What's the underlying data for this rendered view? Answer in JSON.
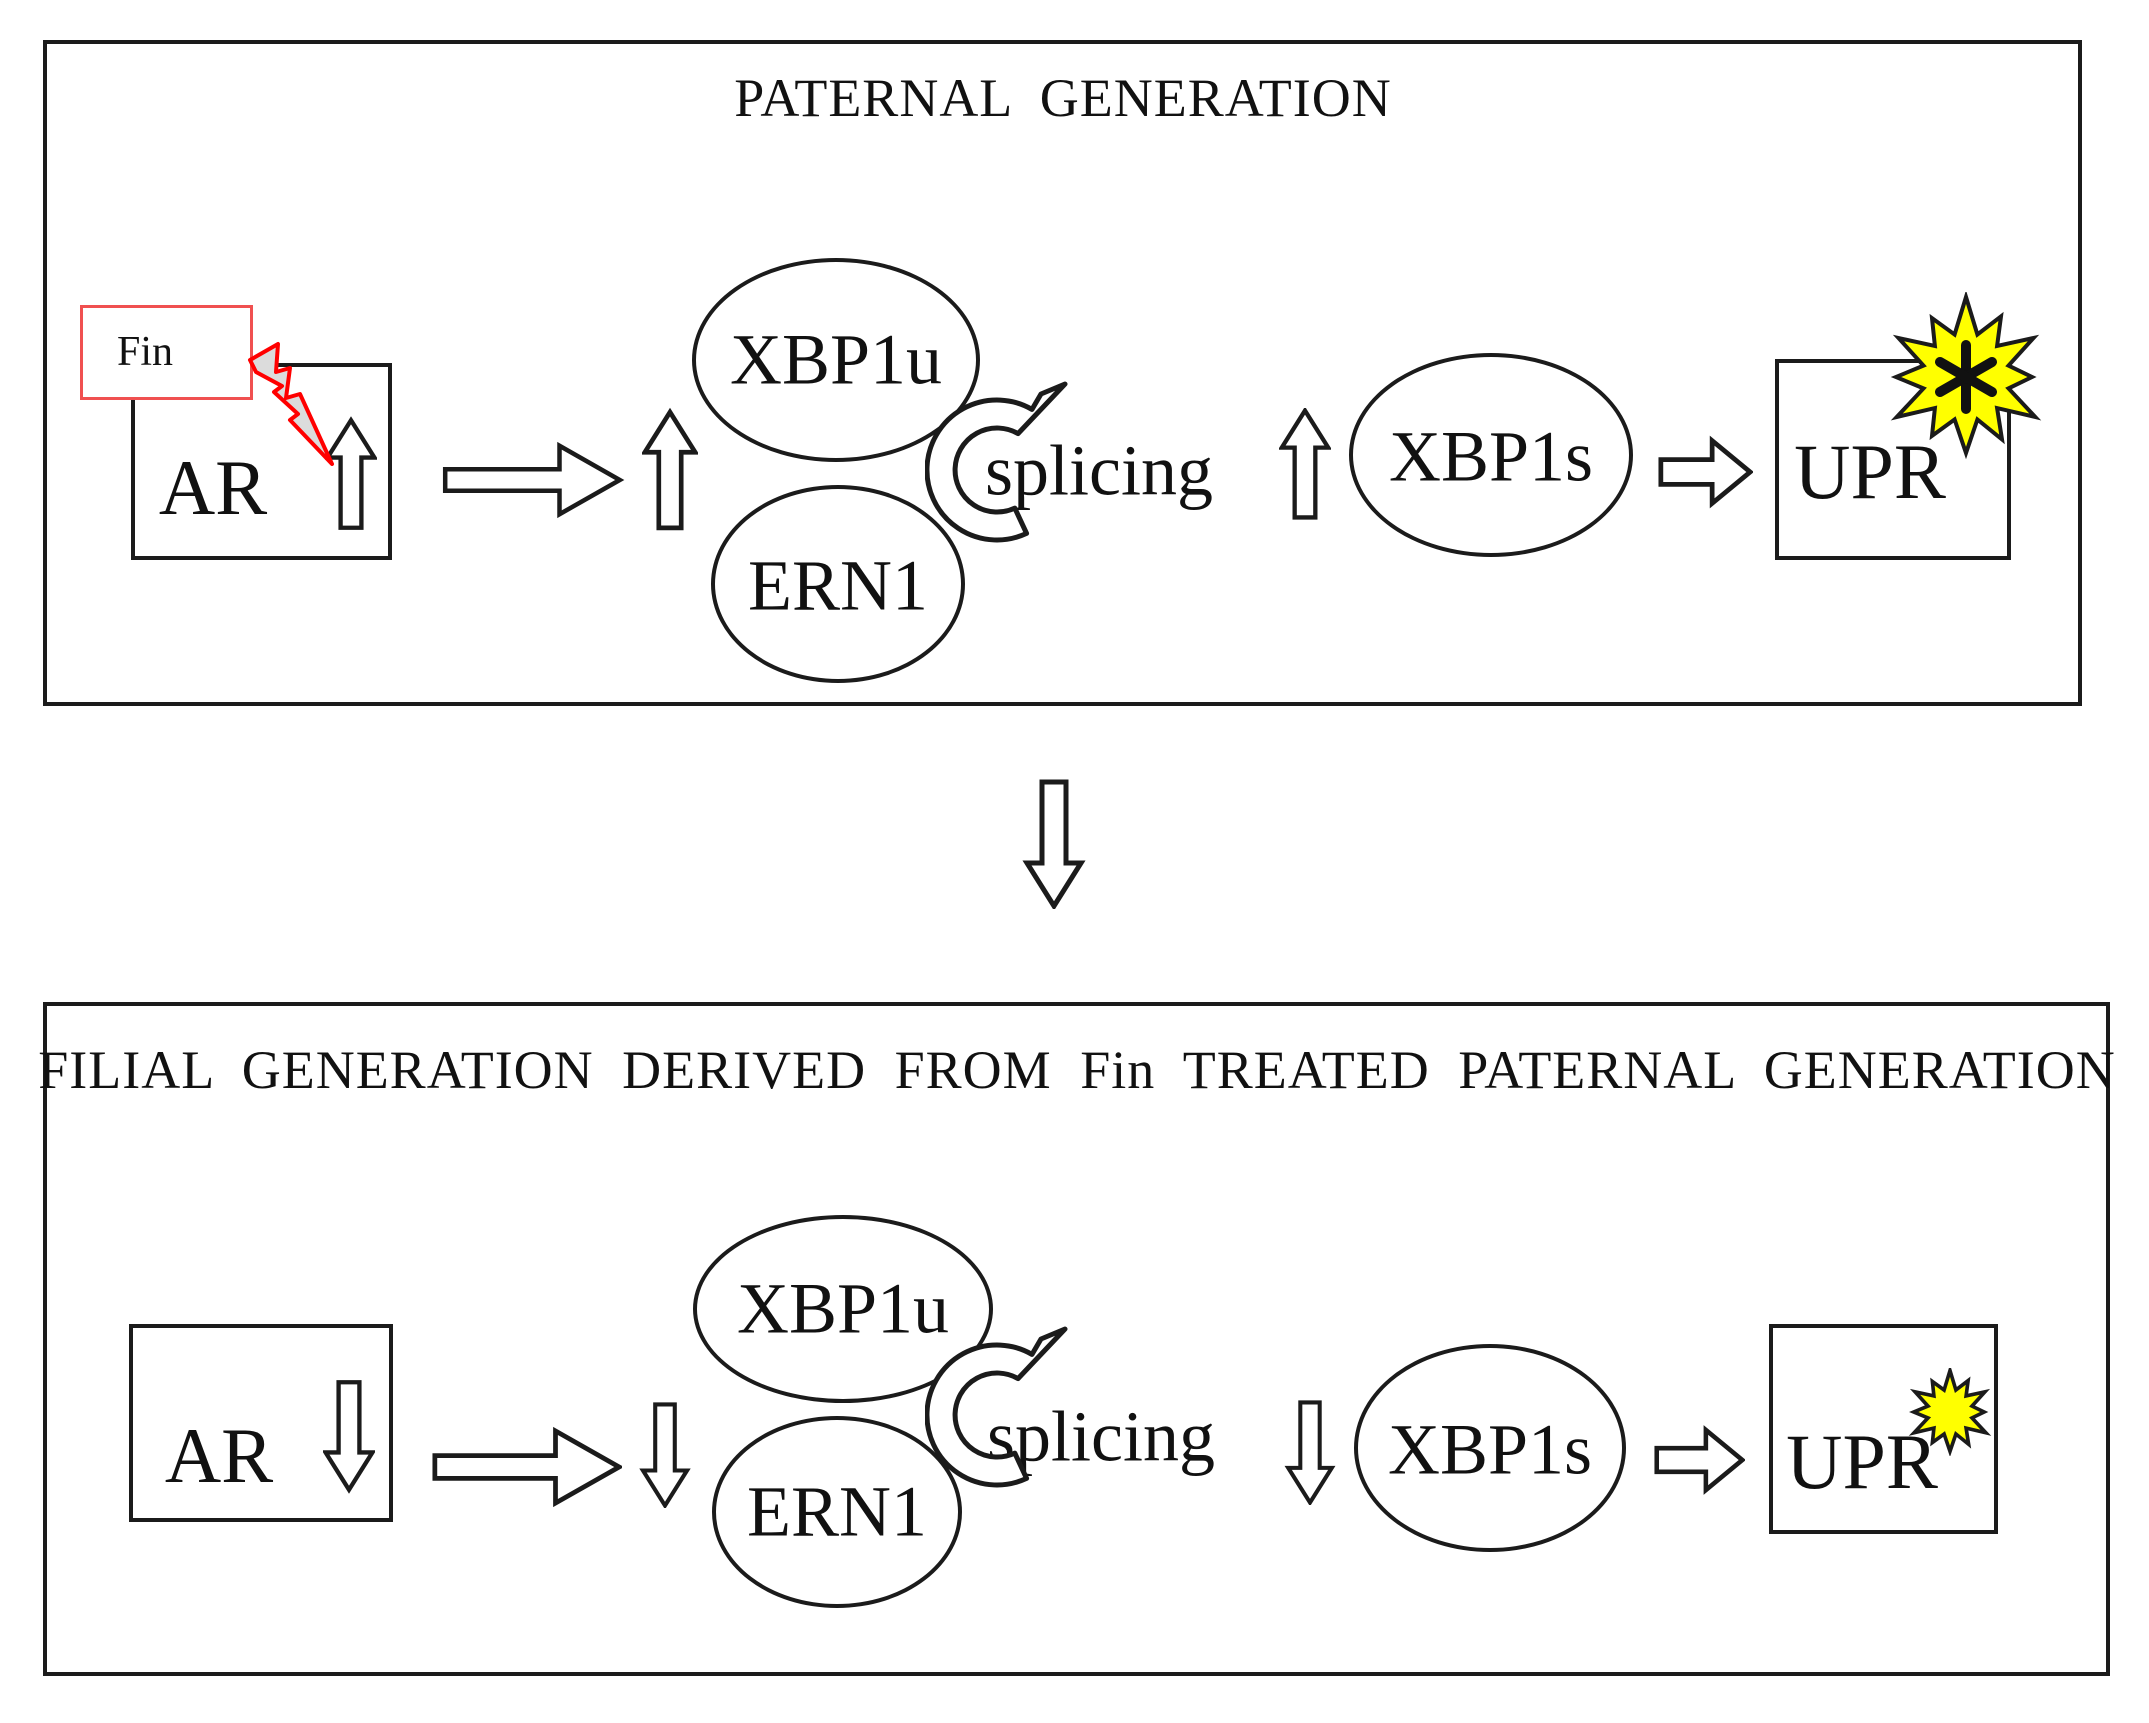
{
  "paternal": {
    "title": "PATERNAL GENERATION",
    "fin": "Fin",
    "ar": "AR",
    "xbp1u": "XBP1u",
    "ern1": "ERN1",
    "splicing": "splicing",
    "xbp1s": "XBP1s",
    "upr": "UPR",
    "trends": {
      "ar": "up",
      "ern1_xbp1u": "up",
      "xbp1s": "up"
    }
  },
  "filial": {
    "title": "FILIAL GENERATION DERIVED FROM Fin TREATED PATERNAL GENERATION",
    "ar": "AR",
    "xbp1u": "XBP1u",
    "ern1": "ERN1",
    "splicing": "splicing",
    "xbp1s": "XBP1s",
    "upr": "UPR",
    "trends": {
      "ar": "down",
      "ern1_xbp1u": "down",
      "xbp1s": "down"
    }
  },
  "icons": {
    "lightning": "lightning-bolt-icon",
    "starburst_large": "starburst-asterisk-icon",
    "starburst_small": "starburst-icon",
    "splicing_arrow": "splicing-cycle-arrow-icon",
    "flow_arrow": "right-block-arrow-icon",
    "up_arrow": "up-arrow-icon",
    "down_arrow": "down-arrow-icon"
  },
  "colors": {
    "outline": "#1b1b1b",
    "fin_border": "#f05050",
    "bolt_stroke": "#ff0000",
    "bolt_fill": "#dcdcdc",
    "star_fill": "#ffff00"
  }
}
